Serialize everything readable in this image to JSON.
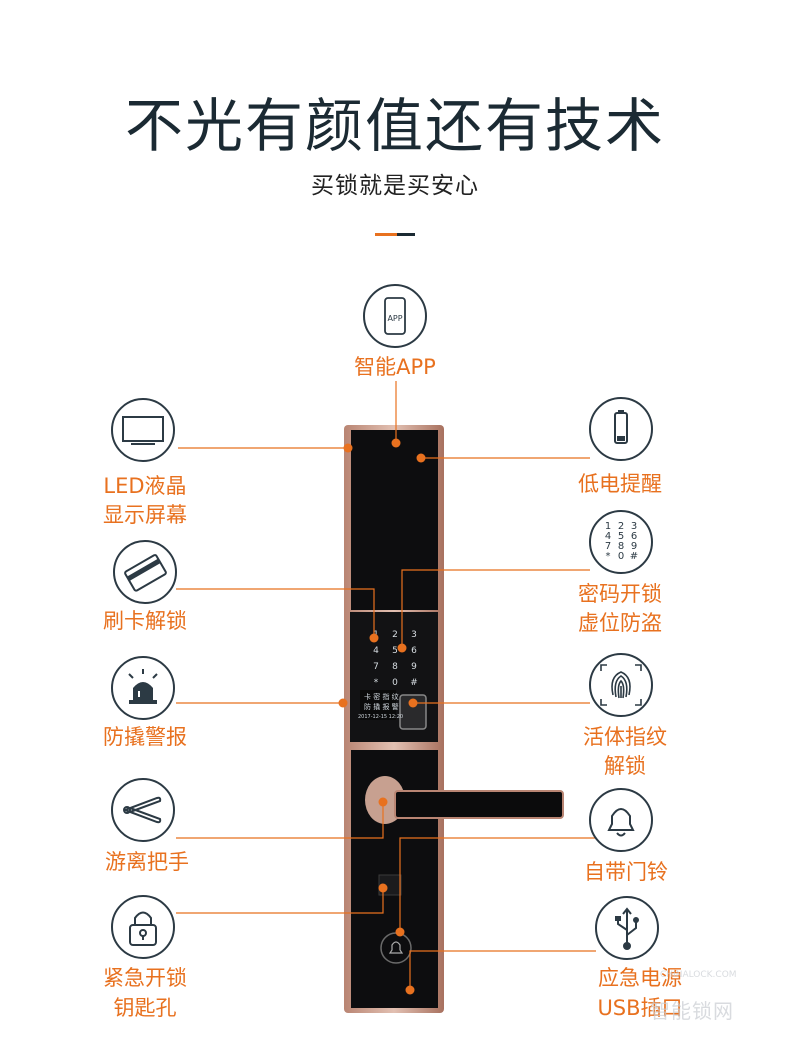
{
  "header": {
    "title": "不光有颜值还有技术",
    "subtitle": "买锁就是买安心"
  },
  "colors": {
    "accent": "#e8711f",
    "dark": "#1b2a33",
    "lock_body": "#c49786",
    "lock_panel": "#0d0d0f"
  },
  "features": {
    "app": {
      "label": "智能APP",
      "icon": "phone-icon",
      "icon_text": "APP"
    },
    "led": {
      "line1": "LED液晶",
      "line2": "显示屏幕",
      "icon": "monitor-icon"
    },
    "low_battery": {
      "label": "低电提醒",
      "icon": "battery-icon"
    },
    "card": {
      "label": "刷卡解锁",
      "icon": "card-icon"
    },
    "password": {
      "line1": "密码开锁",
      "line2": "虚位防盗",
      "icon": "keypad-icon",
      "keys": [
        "1",
        "2",
        "3",
        "4",
        "5",
        "6",
        "7",
        "8",
        "9",
        "*",
        "0",
        "#"
      ]
    },
    "alarm": {
      "label": "防撬警报",
      "icon": "alarm-icon"
    },
    "fingerprint": {
      "line1": "活体指纹",
      "line2": "解锁",
      "icon": "fingerprint-icon"
    },
    "handle": {
      "label": "游离把手",
      "icon": "free-handle-icon"
    },
    "doorbell": {
      "label": "自带门铃",
      "icon": "bell-icon"
    },
    "keyhole": {
      "line1": "紧急开锁",
      "line2": "钥匙孔",
      "icon": "padlock-icon"
    },
    "usb": {
      "line1": "应急电源",
      "line2": "USB插口",
      "icon": "usb-icon"
    }
  },
  "lock_keypad": [
    "1",
    "2",
    "3",
    "4",
    "5",
    "6",
    "7",
    "8",
    "9",
    "*",
    "0",
    "#"
  ],
  "lock_screen": {
    "line1": "卡 密 指 纹",
    "line2": "防 撬 报 警",
    "line3": "2017-12-15  12:20"
  },
  "watermark": {
    "text": "智能锁网",
    "url": "CHINALOCK.COM"
  }
}
